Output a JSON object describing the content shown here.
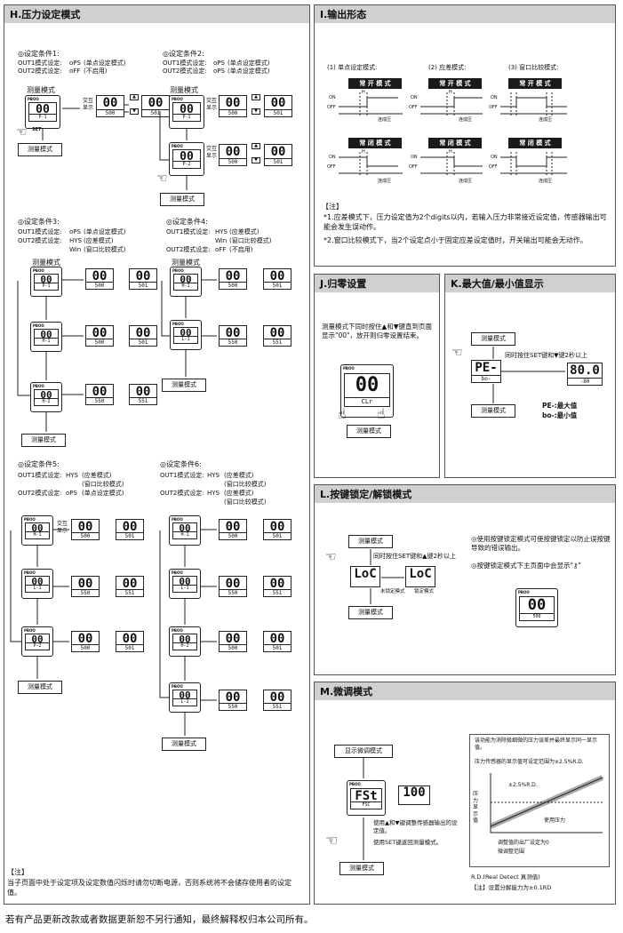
{
  "h": {
    "title": "H.压力设定模式",
    "c1": {
      "title": "◎设定条件1:",
      "o1": "OUT1模式设定:",
      "o1v": "oPS",
      "o1d": "(单点设定模式)",
      "o2": "OUT2模式设定:",
      "o2v": "oFF",
      "o2d": "(不启用)"
    },
    "c2": {
      "title": "◎设定条件2:",
      "o1": "OUT1模式设定:",
      "o1v": "oPS",
      "o1d": "(单点设定模式)",
      "o2": "OUT2模式设定:",
      "o2v": "oPS",
      "o2d": "(单点设定模式)"
    },
    "c3": {
      "title": "◎设定条件3:",
      "o1": "OUT1模式设定:",
      "o1v": "oPS",
      "o1d": "(单点设定模式)",
      "o2": "OUT2模式设定:",
      "o2v": "HYS",
      "o2d": "(应差模式)",
      "o3v": "Win",
      "o3d": "(窗口比较模式)"
    },
    "c4": {
      "title": "◎设定条件4:",
      "o1": "OUT1模式设定:",
      "o1v": "HYS",
      "o1d": "(应差模式)",
      "o1v2": "Win",
      "o1d2": "(窗口比较模式)",
      "o2": "OUT2模式设定:",
      "o2v": "oFF",
      "o2d": "(不启用)"
    },
    "c5": {
      "title": "◎设定条件5:",
      "o1": "OUT1模式设定:",
      "o1v": "HYS",
      "o1d": "(应差模式)",
      "o1d2": "(窗口比较模式)",
      "o2": "OUT2模式设定:",
      "o2v": "oPS",
      "o2d": "(单点设定模式)"
    },
    "c6": {
      "title": "◎设定条件6:",
      "o1": "OUT1模式设定:",
      "o1v": "HYS",
      "o1d": "(应差模式)",
      "o1d2": "(窗口比较模式)",
      "o2": "OUT2模式设定:",
      "o2v": "HYS",
      "o2d": "(应差模式)",
      "o2d2": "(窗口比较模式)"
    },
    "measure": "测量模式",
    "alt": "交互显示",
    "set": "SET",
    "brand": "PBOO",
    "v00": "00",
    "p1": "P-1",
    "p2": "P-2",
    "hi": "H-1",
    "lo": "L-1",
    "h2": "H-2",
    "l2": "L-2",
    "s50": "500",
    "s51": "501",
    "s55": "550",
    "s551": "551",
    "note_title": "【注】",
    "note": "当子页面中处于设定项及设定数值闪烁时请勿切断电源，否则系统将不会储存使用者的设定值。"
  },
  "i": {
    "title": "I.输出形态",
    "m1": "(1) 单点设定模式:",
    "m2": "(2) 应差模式:",
    "m3": "(3) 窗口比较模式:",
    "no": "常 开 模 式",
    "nc": "常 闭 模 式",
    "on": "ON",
    "off": "OFF",
    "cont": "连成压",
    "h": "H",
    "note_title": "【注】",
    "n1": "*1.应差模式下，压力设定值为2个digits以内，若输入压力非常接近设定值，传感器输出可能会发生误动作。",
    "n2": "*2.窗口比较模式下，当2个设定点小于固定应差设定值时，开关输出可能会无动作。"
  },
  "j": {
    "title": "J.归零设置",
    "text": "测量模式下同时按住▲和▼键直到页面显示\"00\"，放开则归零设置结束。",
    "v00": "00",
    "clr": "CLr",
    "measure": "测量模式"
  },
  "k": {
    "title": "K.最大值/最小值显示",
    "measure": "测量模式",
    "text": "同时按住SET键和▼键2秒以上",
    "pe": "PE-",
    "bo": "bo-",
    "v80": "80.0",
    "vm": "-80",
    "l1": "PE-:最大值",
    "l2": "bo-:最小值",
    "measure2": "测量模式"
  },
  "l": {
    "title": "L.按键锁定/解锁模式",
    "measure": "测量模式",
    "text": "同时按住SET键和▲键2秒以上",
    "lock": "LoC",
    "unlock": "未锁定模式",
    "locked": "锁定模式",
    "d1": "◎使用按键锁定模式可使按键锁定以防止误按键导致的错误输出。",
    "d2": "◎按键锁定模式下主页面中会显示\"⚷\"",
    "v00": "00",
    "v500": "500",
    "measure2": "测量模式"
  },
  "m": {
    "title": "M.微调模式",
    "show": "显示微调模式",
    "fst": "FSt",
    "fsc": "FSC",
    "v100": "100",
    "t1": "使用▲和▼键调整传感器输出的设定值。",
    "t2": "使用SET键返回测量模式。",
    "measure": "测量模式",
    "g1": "该功能为消除极细微的压力误差并最终显示同一显示值。",
    "g2": "压力传感器的显示值可设定范围为±2.5%R.D.",
    "g3": "±2.5%R.D.",
    "g4": "使用压力",
    "g5": "压力显示值",
    "g6": "调整值的出厂设定为0",
    "g7": "微调整范围",
    "rd": "R.D.(Real Detect 真测值)",
    "rn": "【注】设置分解能力为±0.1RD"
  },
  "footer": "若有产品更新改款或者数据更新恕不另行通知，最终解释权归本公司所有。"
}
